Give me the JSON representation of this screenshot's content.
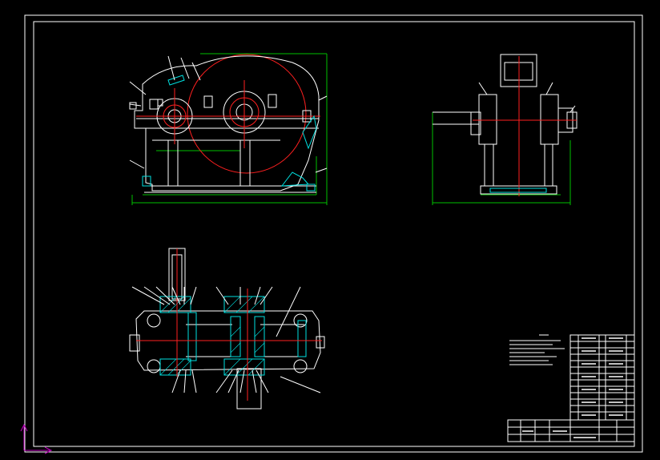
{
  "drawing": {
    "background": "#000000",
    "colors": {
      "outline": "#ffffff",
      "dimension": "#00c000",
      "centerline": "#ff2020",
      "section": "#00e0e0",
      "leader": "#ffffff",
      "ucs_x": "#c000c0",
      "ucs_y": "#c000c0"
    },
    "views": {
      "front": "front-elevation-view",
      "side": "side-elevation-view",
      "plan": "plan-section-view"
    },
    "title_block": {
      "visible": true
    },
    "ucs_icon": "ucs-icon"
  }
}
